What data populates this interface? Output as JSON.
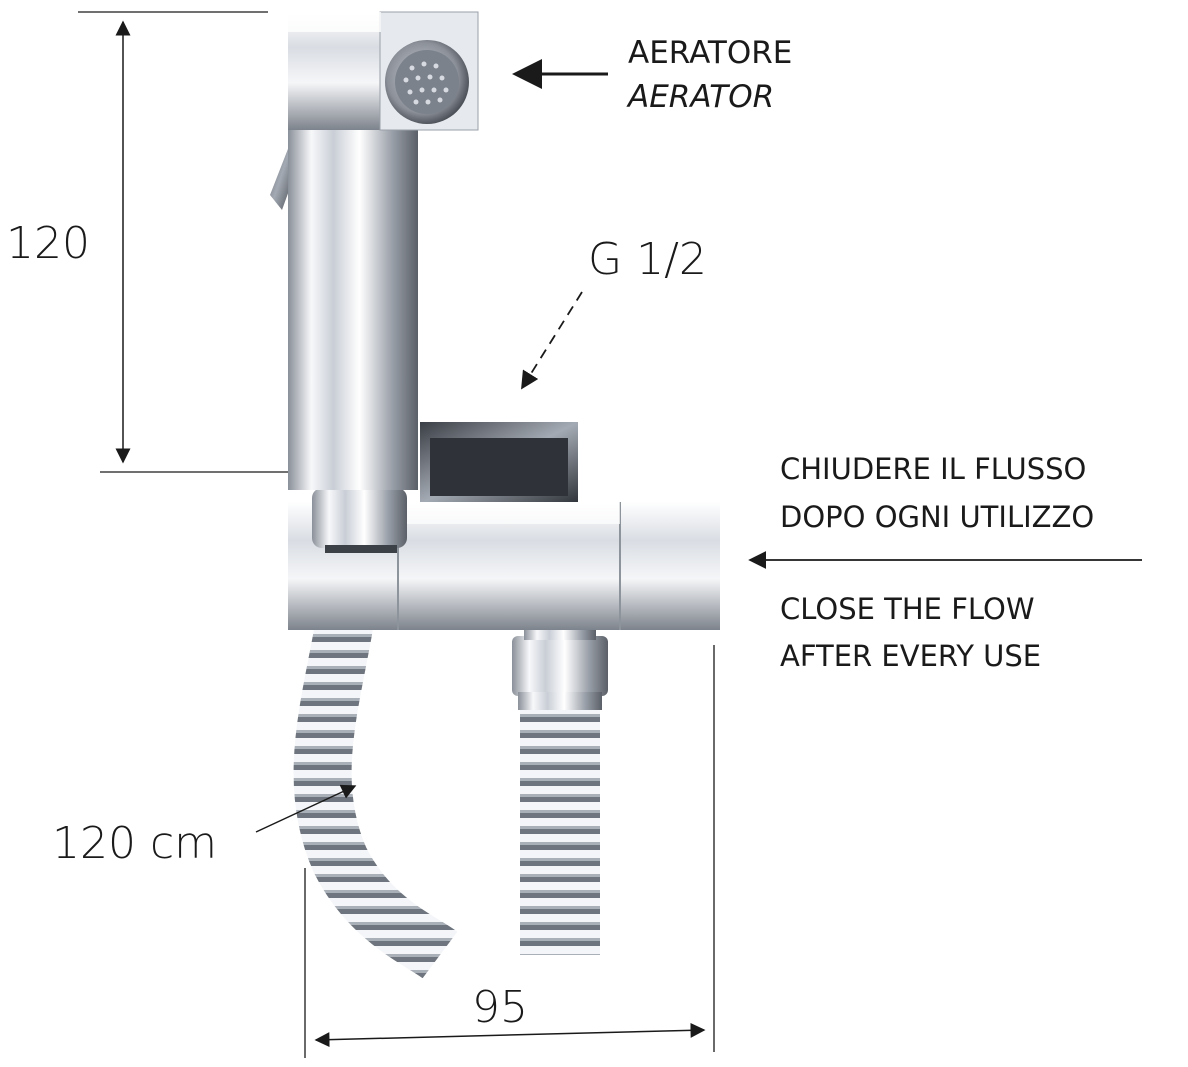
{
  "labels": {
    "aerator_it": "AERATORE",
    "aerator_en": "AERATOR",
    "height_dim": "120",
    "connection": "G 1/2",
    "close_it_line1": "CHIUDERE IL FLUSSO",
    "close_it_line2": "DOPO OGNI UTILIZZO",
    "close_en_line1": "CLOSE THE FLOW",
    "close_en_line2": "AFTER EVERY USE",
    "hose_length": "120 cm",
    "width_dim": "95"
  },
  "colors": {
    "ink": "#1a1a1a",
    "chrome_light": "#f4f6f9",
    "chrome_mid": "#b8bec7",
    "chrome_dark": "#4a4f57"
  }
}
